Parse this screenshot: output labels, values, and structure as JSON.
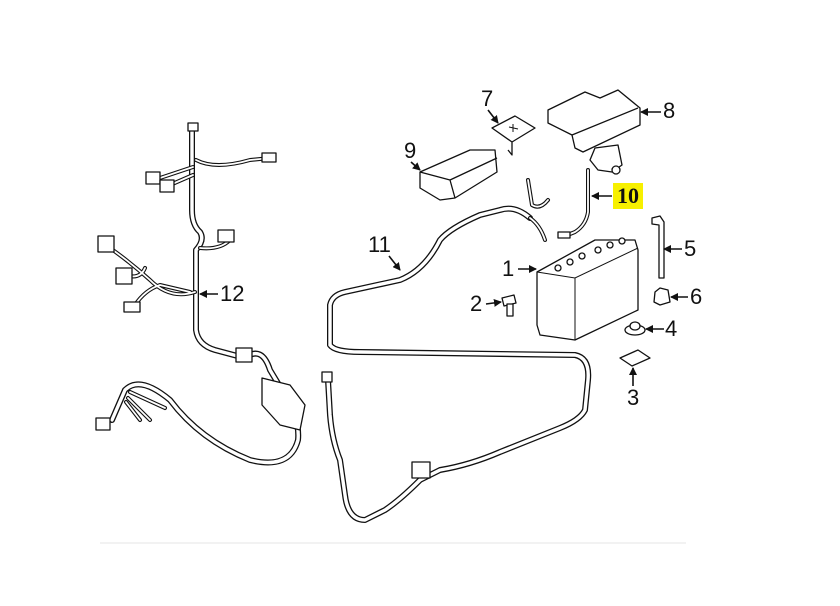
{
  "diagram": {
    "highlight_color": "#f7f000",
    "callouts": [
      {
        "id": "1",
        "label": "1"
      },
      {
        "id": "2",
        "label": "2"
      },
      {
        "id": "3",
        "label": "3"
      },
      {
        "id": "4",
        "label": "4"
      },
      {
        "id": "5",
        "label": "5"
      },
      {
        "id": "6",
        "label": "6"
      },
      {
        "id": "7",
        "label": "7"
      },
      {
        "id": "8",
        "label": "8"
      },
      {
        "id": "9",
        "label": "9"
      },
      {
        "id": "10",
        "label": "10",
        "highlighted": true
      },
      {
        "id": "11",
        "label": "11"
      },
      {
        "id": "12",
        "label": "12"
      }
    ]
  }
}
